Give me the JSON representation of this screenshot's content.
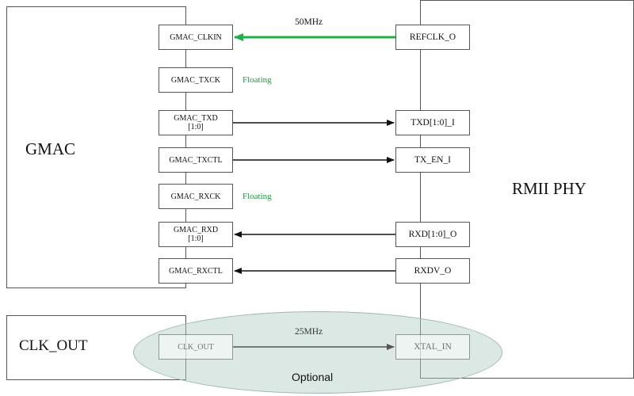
{
  "blocks": {
    "gmac": "GMAC",
    "phy": "RMII PHY",
    "clk_out": "CLK_OUT"
  },
  "gmac_pins": {
    "clkin": "GMAC_CLKIN",
    "txck": "GMAC_TXCK",
    "txd_line1": "GMAC_TXD",
    "txd_line2": "[1:0]",
    "txctl": "GMAC_TXCTL",
    "rxck": "GMAC_RXCK",
    "rxd_line1": "GMAC_RXD",
    "rxd_line2": "[1:0]",
    "rxctl": "GMAC_RXCTL",
    "clk_out": "CLK_OUT"
  },
  "phy_pins": {
    "refclk": "REFCLK_O",
    "txd": "TXD[1:0]_I",
    "tx_en": "TX_EN_I",
    "rxd": "RXD[1:0]_O",
    "rxdv": "RXDV_O",
    "xtal_in": "XTAL_IN"
  },
  "notes": {
    "txck_floating": "Floating",
    "rxck_floating": "Floating",
    "refclk_freq": "50MHz",
    "xtal_freq": "25MHz",
    "optional": "Optional"
  },
  "colors": {
    "clock_arrow": "#1fb04a",
    "signal_arrow": "#111111",
    "floating_text": "#1f9a3a",
    "optional_fill": "#afcdc3"
  }
}
